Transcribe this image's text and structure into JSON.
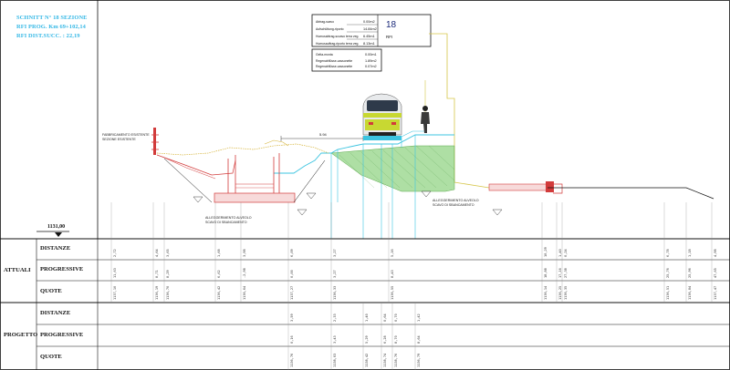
{
  "header": {
    "line1": "SCHNITT N° 18 SEZIONE",
    "line2": "RFI PROG. Km 69+102,14",
    "line3": "RFI DIST.SUCC. : 22,19"
  },
  "box_top": {
    "rows": [
      {
        "label": "Abtrag-scavo",
        "value": "0.00m2"
      },
      {
        "label": "Aufschüttung-riporto",
        "value": "14.84m2"
      },
      {
        "label": "Humusabtrag-sccavo terra veg.",
        "value": "6.45m1"
      },
      {
        "label": "Humusauftrag-riporto terra veg.",
        "value": "8.13m1"
      }
    ],
    "section_number": "18",
    "section_owner": "RFI"
  },
  "box_bottom": {
    "rows": [
      {
        "label": "Gelta-monta",
        "value": "0.00m1"
      },
      {
        "label": "Regenabflüsse-cassonette",
        "value": "1.89m2"
      },
      {
        "label": "Regenabflüsse-cassonette",
        "value": "0.07m2"
      }
    ]
  },
  "annotations": {
    "existing_fence": "FABBRICAMENTO ESISTENTE",
    "existing_fence_2": "SEZIONE ESISTENTE",
    "drain_left": "ALLEGGERIMENTO ALVEOLO",
    "drain_left_2": "SCAVO DI SBANCAMENTO",
    "drain_right": "ALLEGGERIMENTO ALVEOLO",
    "drain_right_2": "SCAVO DI SBANCAMENTO",
    "dimension": "5.94"
  },
  "reference_level": "1131,00",
  "table": {
    "groups": [
      "ATTUALI",
      "PROGETTO"
    ],
    "rows": [
      "DISTANZE",
      "PROGRESSIVE",
      "QUOTE",
      "DISTANZE",
      "PROGRESSIVE",
      "QUOTE"
    ],
    "attuali": {
      "distanze": [
        "2,72",
        "4,64",
        "3,65",
        "1,68",
        "3,98",
        "6,09",
        "3,27",
        "5,16",
        "10,29",
        "1,40",
        "0,24",
        "6,78",
        "1,18",
        "4,98"
      ],
      "progressive": [
        "11,63",
        "8,71",
        "8,29",
        "6,62",
        "-2,98",
        "0,00",
        "3,27",
        "8,43",
        "18,88",
        "17,16",
        "27,38",
        "25,76",
        "25,96",
        "47,65"
      ],
      "quote": [
        "1137,10",
        "1136,19",
        "1136,70",
        "1136,42",
        "1136,64",
        "1137,27",
        "1136,33",
        "1136,55",
        "1136,14",
        "1136,25",
        "1136,35",
        "1136,51",
        "1136,84",
        "1137,47"
      ]
    },
    "progetto": {
      "distanze": [
        "3,59",
        "2,33",
        "1,40",
        "0,64",
        "0,70",
        "1,42"
      ],
      "progressive": [
        "0,16",
        "3,43",
        "5,29",
        "6,28",
        "8,70",
        "8,64"
      ],
      "quote": [
        "1136,76",
        "1138,03",
        "1138,42",
        "1138,74",
        "1138,76",
        "1136,79"
      ]
    }
  }
}
